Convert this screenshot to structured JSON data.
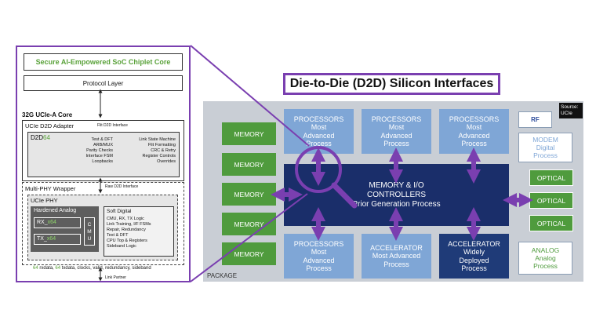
{
  "left_panel": {
    "title": "Secure AI-Empowered SoC Chiplet Core",
    "protocol_layer": "Protocol Layer",
    "core_title": "32G UCIe-A Core",
    "adapter_title": "UCIe D2D Adapter",
    "flit_interface": "Flit D2D Interface",
    "d2d_prefix": "D2D",
    "d2d_suffix": "64",
    "d2d_left_lines": [
      "Test & DFT",
      "ARB/MUX",
      "Parity Checks",
      "Interface FSM",
      "Loopbacks"
    ],
    "d2d_right_lines": [
      "Link State Machine",
      "Flit Formatting",
      "CRC & Retry",
      "Register Controls",
      "Overrides"
    ],
    "raw_interface": "Raw D2D Interface",
    "multiphy": "Multi-PHY Wrapper",
    "phy_title": "UCIe PHY",
    "hardened": "Hardened Analog",
    "rx_prefix": "RX_",
    "rx_suffix": "x64",
    "tx_prefix": "TX_",
    "tx_suffix": "x64",
    "cmu": [
      "C",
      "M",
      "U"
    ],
    "soft_title": "Soft Digital",
    "soft_lines": [
      "CMU, RX, TX Logic",
      "Link Training, I/F FSMs",
      "Repair, Redundancy",
      "Test & DFT",
      "CPU Top & Registers",
      "Sideband Logic"
    ],
    "bottom_line_parts": [
      "64",
      " rxdata, ",
      "64",
      " txdata, clocks, valid, redundancy, sideband"
    ],
    "link_partner": "Link Partner"
  },
  "diagram": {
    "title": "Die-to-Die (D2D) Silicon Interfaces",
    "source_lines": [
      "Source:",
      "UCIe"
    ],
    "memory_label": "MEMORY",
    "memories": [
      "MEMORY",
      "MEMORY",
      "MEMORY",
      "MEMORY",
      "MEMORY"
    ],
    "processors_top": [
      {
        "lines": [
          "PROCESSORS",
          "Most",
          "Advanced",
          "Process"
        ]
      },
      {
        "lines": [
          "PROCESSORS",
          "Most",
          "Advanced",
          "Process"
        ]
      },
      {
        "lines": [
          "PROCESSORS",
          "Most",
          "Advanced",
          "Process"
        ]
      }
    ],
    "center_lines": [
      "MEMORY & I/O",
      "CONTROLLERS",
      "Prior Generation Process"
    ],
    "bottom_blocks": [
      {
        "lines": [
          "PROCESSORS",
          "Most",
          "Advanced",
          "Process"
        ]
      },
      {
        "lines": [
          "ACCELERATOR",
          "Most Advanced",
          "Process"
        ]
      },
      {
        "lines": [
          "ACCELERATOR",
          "Widely",
          "Deployed",
          "Process"
        ]
      }
    ],
    "rf": "RF",
    "modem_lines": [
      "MODEM",
      "Digital",
      "Process"
    ],
    "optical": [
      "OPTICAL",
      "OPTICAL",
      "OPTICAL"
    ],
    "analog_lines": [
      "ANALOG",
      "Analog",
      "Process"
    ],
    "package_label": "PACKAGE",
    "colors": {
      "purple": "#7a3fb0",
      "memory_green": "#4f9b3d",
      "processor_blue": "#7fa6d6",
      "controller_navy": "#1a2e6a",
      "package_gray": "#c9ced5"
    }
  }
}
